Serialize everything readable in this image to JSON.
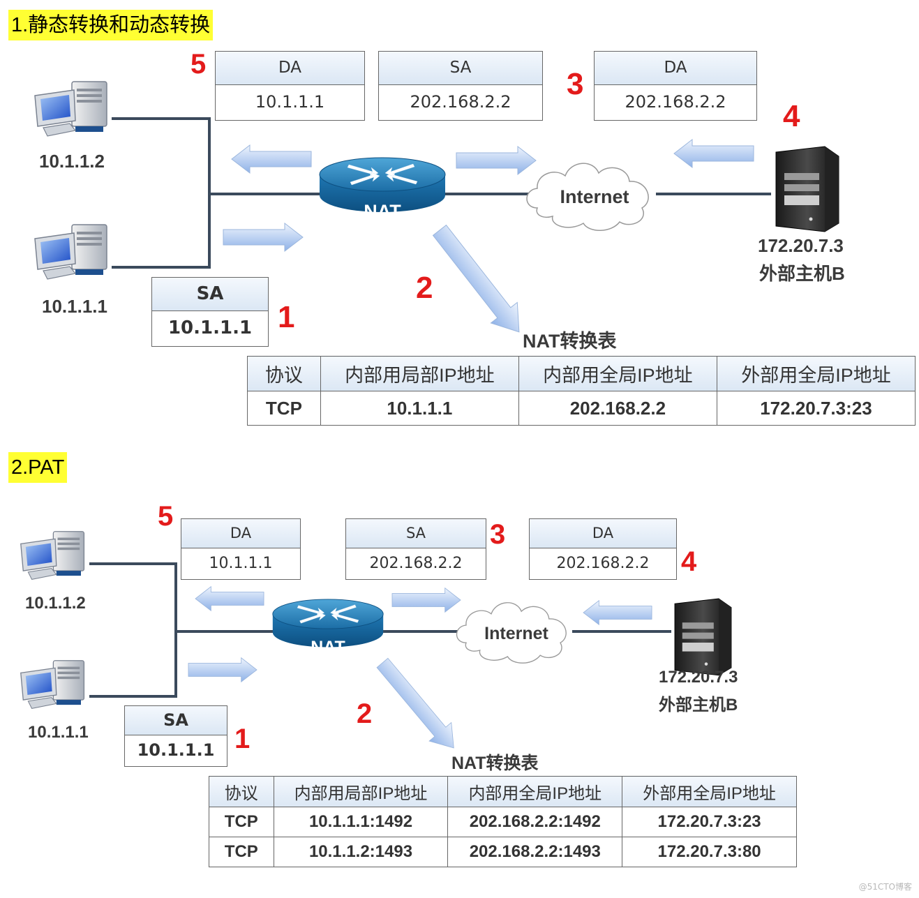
{
  "section1": {
    "title": "1.静态转换和动态转换",
    "packets": {
      "p5": {
        "header": "DA",
        "value": "10.1.1.1"
      },
      "p3_sa": {
        "header": "SA",
        "value": "202.168.2.2"
      },
      "p3_da": {
        "header": "DA",
        "value": "202.168.2.2"
      },
      "p1": {
        "header": "SA",
        "value": "10.1.1.1"
      }
    },
    "steps": {
      "s1": "1",
      "s2": "2",
      "s3": "3",
      "s4": "4",
      "s5": "5"
    },
    "hosts": {
      "pc_top": "10.1.1.2",
      "pc_bottom": "10.1.1.1",
      "server_ip": "172.20.7.3",
      "server_name": "外部主机B"
    },
    "router_label": "NAT",
    "cloud_label": "Internet",
    "table_title": "NAT转换表",
    "table": {
      "headers": [
        "协议",
        "内部用局部IP地址",
        "内部用全局IP地址",
        "外部用全局IP地址"
      ],
      "rows": [
        [
          "TCP",
          "10.1.1.1",
          "202.168.2.2",
          "172.20.7.3:23"
        ]
      ]
    }
  },
  "section2": {
    "title": "2.PAT",
    "packets": {
      "p5": {
        "header": "DA",
        "value": "10.1.1.1"
      },
      "p3_sa": {
        "header": "SA",
        "value": "202.168.2.2"
      },
      "p4_da": {
        "header": "DA",
        "value": "202.168.2.2"
      },
      "p1": {
        "header": "SA",
        "value": "10.1.1.1"
      }
    },
    "steps": {
      "s1": "1",
      "s2": "2",
      "s3": "3",
      "s4": "4",
      "s5": "5"
    },
    "hosts": {
      "pc_top": "10.1.1.2",
      "pc_bottom": "10.1.1.1",
      "server_ip": "172.20.7.3",
      "server_name": "外部主机B"
    },
    "router_label": "NAT",
    "cloud_label": "Internet",
    "table_title": "NAT转换表",
    "table": {
      "headers": [
        "协议",
        "内部用局部IP地址",
        "内部用全局IP地址",
        "外部用全局IP地址"
      ],
      "rows": [
        [
          "TCP",
          "10.1.1.1:1492",
          "202.168.2.2:1492",
          "172.20.7.3:23"
        ],
        [
          "TCP",
          "10.1.1.2:1493",
          "202.168.2.2:1493",
          "172.20.7.3:80"
        ]
      ]
    }
  },
  "watermark": "@51CTO博客"
}
